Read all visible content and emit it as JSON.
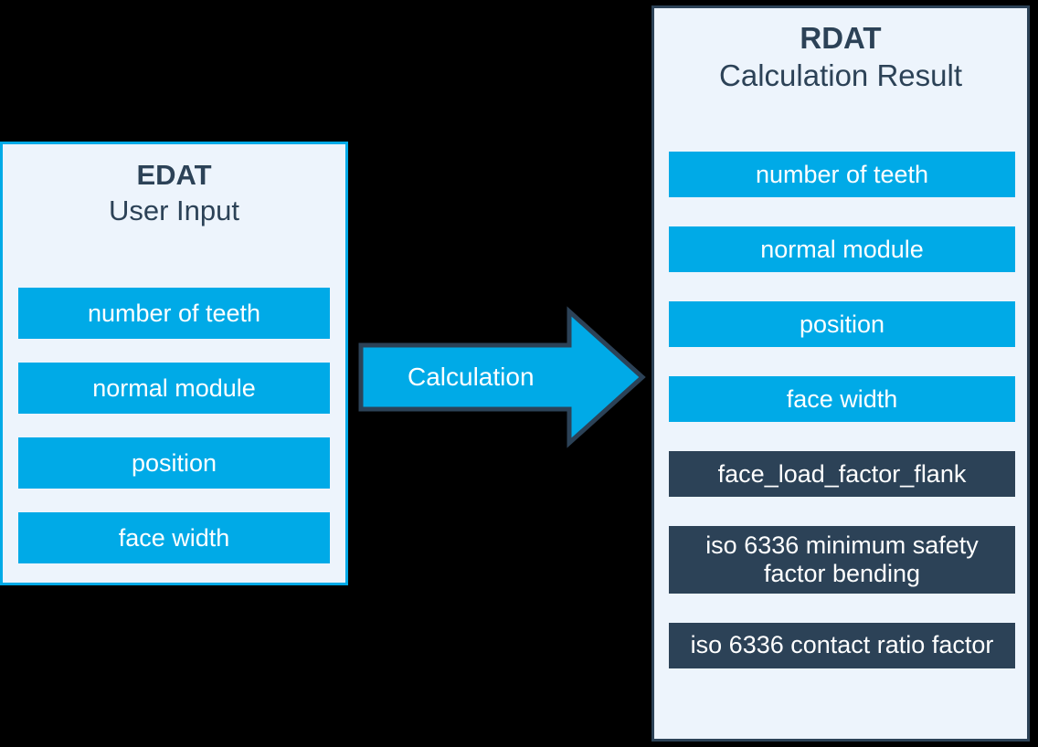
{
  "diagram": {
    "background_color": "#000000",
    "accent_color": "#00aae7",
    "dark_color": "#2c4257",
    "panel_bg_color": "#edf4fc"
  },
  "left_panel": {
    "title": "EDAT",
    "subtitle": "User Input",
    "border_color": "#00aae7",
    "items": [
      {
        "label": "number of teeth",
        "kind": "input"
      },
      {
        "label": "normal module",
        "kind": "input"
      },
      {
        "label": "position",
        "kind": "input"
      },
      {
        "label": "face width",
        "kind": "input"
      }
    ]
  },
  "arrow": {
    "label": "Calculation",
    "direction": "right",
    "fill_color": "#00aae7",
    "outline_color": "#2c4257"
  },
  "right_panel": {
    "title": "RDAT",
    "subtitle": "Calculation Result",
    "border_color": "#2c4257",
    "items": [
      {
        "label": "number of teeth",
        "kind": "input"
      },
      {
        "label": "normal module",
        "kind": "input"
      },
      {
        "label": "position",
        "kind": "input"
      },
      {
        "label": "face width",
        "kind": "input"
      },
      {
        "label": "face_load_factor_flank",
        "kind": "result"
      },
      {
        "label": "iso 6336 minimum safety factor bending",
        "kind": "result"
      },
      {
        "label": "iso 6336 contact ratio factor",
        "kind": "result"
      }
    ]
  }
}
